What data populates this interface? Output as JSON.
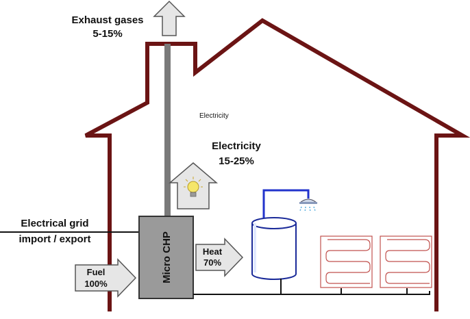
{
  "labels": {
    "exhaust_line1": "Exhaust gases",
    "exhaust_line2": "5-15%",
    "electricity_small": "Electricity",
    "electricity_line1": "Electricity",
    "electricity_line2": "15-25%",
    "grid_line1": "Electrical grid",
    "grid_line2": "import / export",
    "chp": "Micro CHP",
    "heat_line1": "Heat",
    "heat_line2": "70%",
    "fuel_line1": "Fuel",
    "fuel_line2": "100%"
  },
  "colors": {
    "house_outline": "#6b1414",
    "chimney": "#7a7a7a",
    "chp_box": "#9a9a9a",
    "arrow_fill": "#e6e6e6",
    "arrow_stroke": "#555555",
    "water_pipe": "#2233cc",
    "radiator": "#c0504d",
    "shower_drops": "#5ab0e0",
    "bulb": "#f5e66a"
  },
  "icons": {
    "bulb": "light-bulb-icon",
    "shower": "shower-head-icon",
    "tank": "hot-water-tank-icon",
    "radiator": "radiator-icon"
  }
}
